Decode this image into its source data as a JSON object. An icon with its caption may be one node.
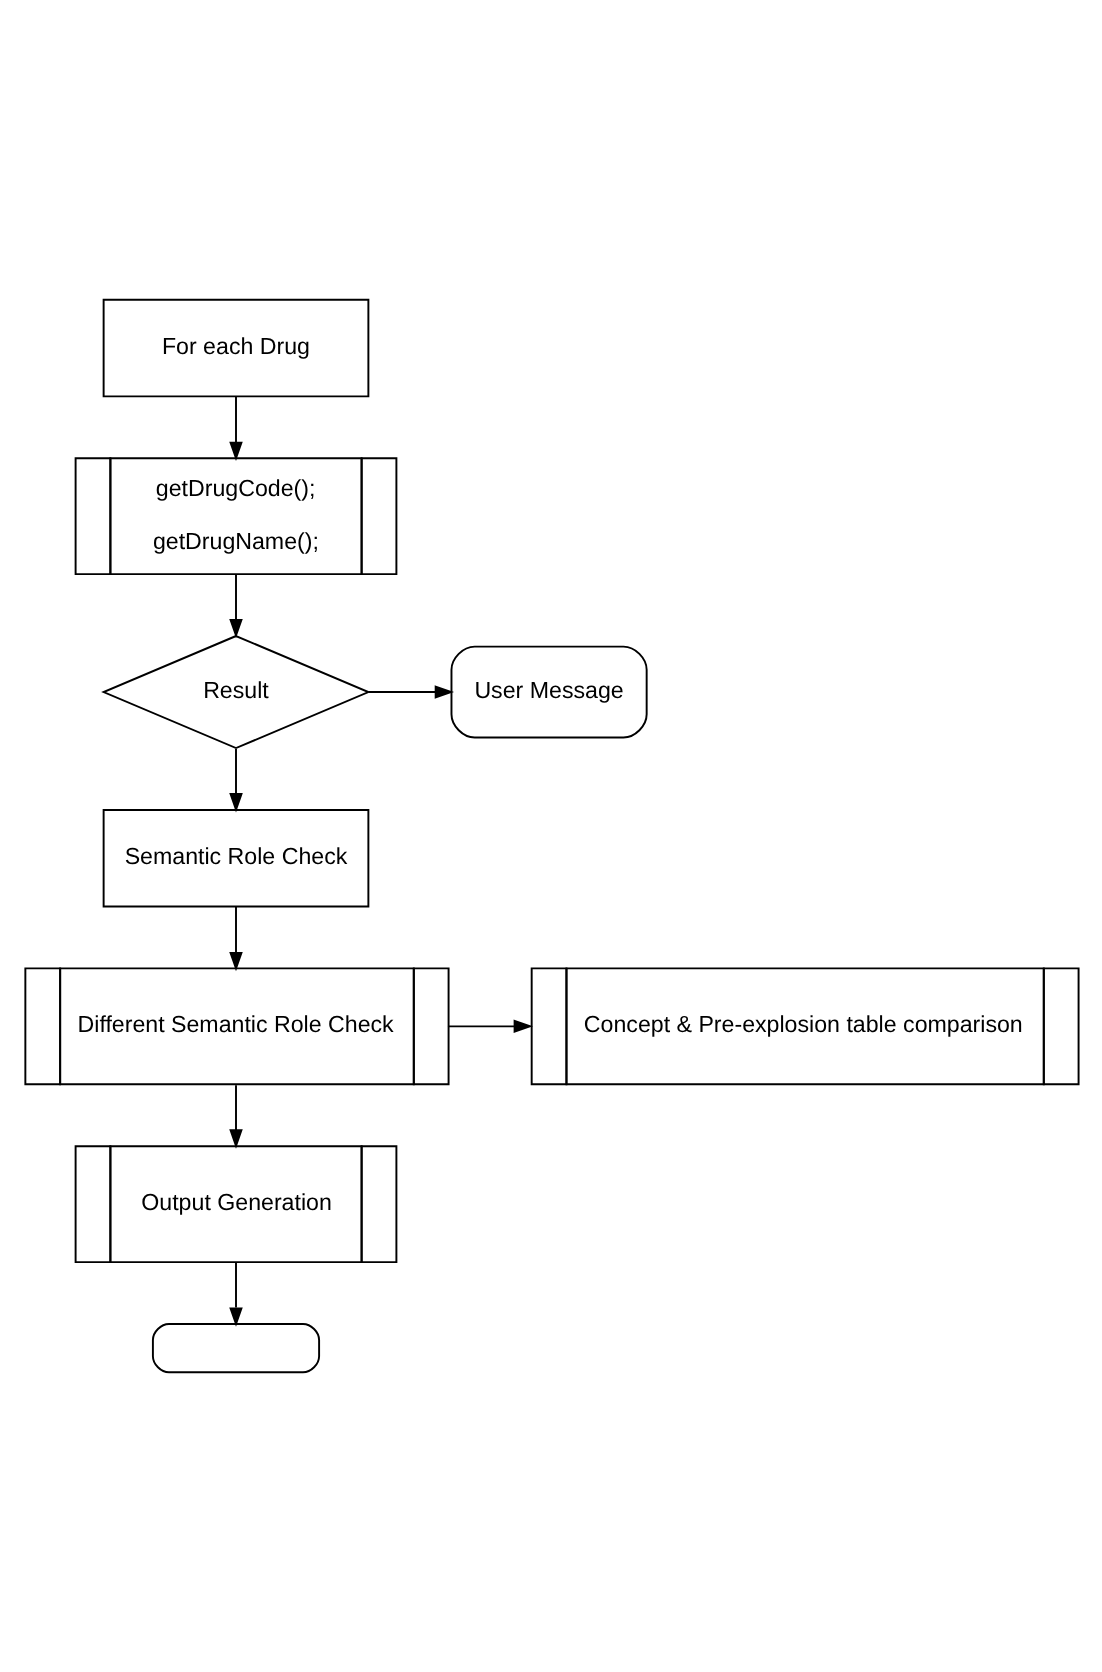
{
  "diagram": {
    "nodes": [
      {
        "text": [
          "For each Drug"
        ]
      },
      {
        "text": [
          "getDrugCode();",
          "getDrugName();"
        ]
      },
      {
        "text": [
          "Result"
        ]
      },
      {
        "text": [
          "User Message"
        ]
      },
      {
        "text": [
          "Semantic Role Check"
        ]
      },
      {
        "text": [
          "Different Semantic Role Check"
        ]
      },
      {
        "text": [
          "Concept & Pre-explosion table comparison"
        ]
      },
      {
        "text": [
          "Output Generation"
        ]
      },
      {
        "text": [],
        "shape": "oval"
      }
    ],
    "edges": [
      {
        "from": 0,
        "to": 1,
        "arrow": "to"
      },
      {
        "from": 1,
        "to": 2,
        "arrow": "to"
      },
      {
        "from": 2,
        "to": 3,
        "arrow": "to"
      },
      {
        "from": 2,
        "to": 4,
        "arrow": "to"
      },
      {
        "from": 4,
        "to": 5,
        "arrow": "to"
      },
      {
        "from": 5,
        "to": 6,
        "arrow": "to"
      },
      {
        "from": 5,
        "to": 7,
        "arrow": "to"
      },
      {
        "from": 7,
        "to": 8,
        "arrow": "to"
      }
    ]
  }
}
